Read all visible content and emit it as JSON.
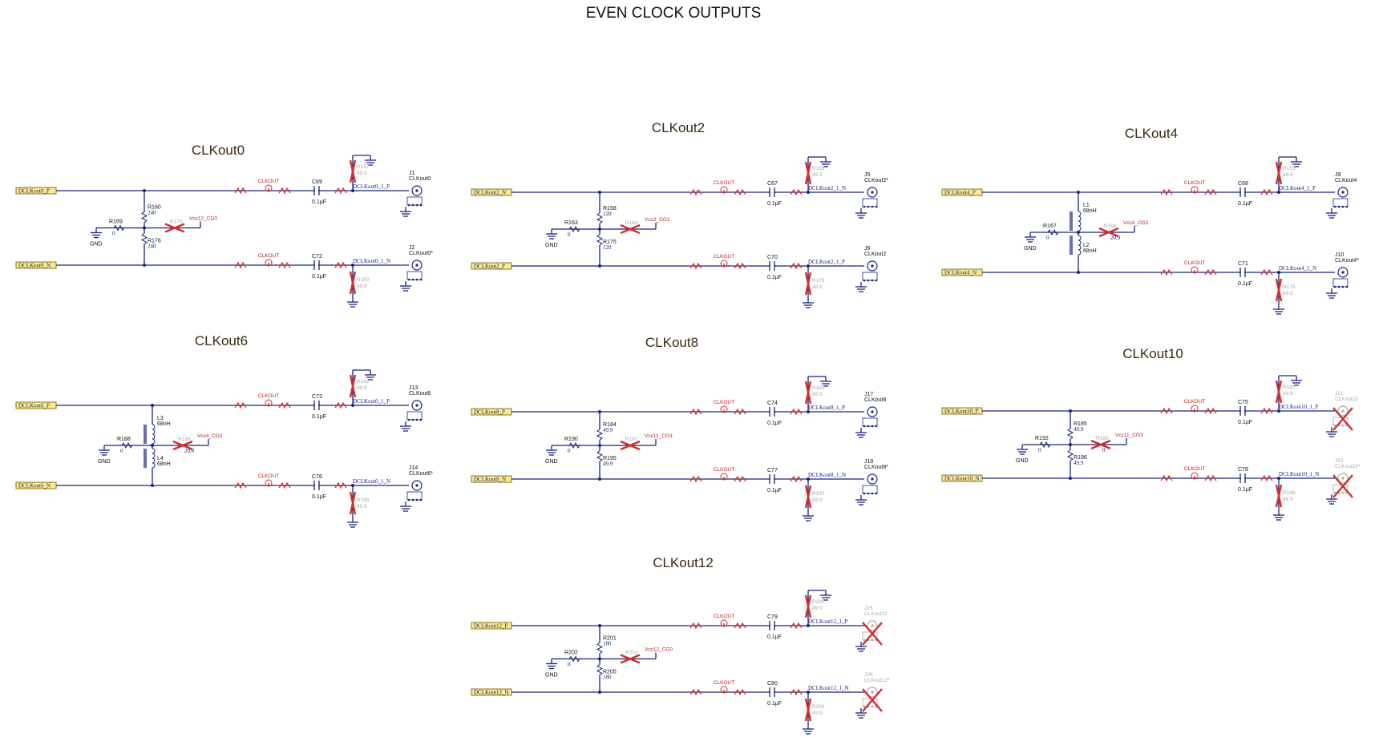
{
  "page_title": "EVEN CLOCK OUTPUTS",
  "colors": {
    "wire": "#1a237e",
    "ghost": "#a9a9a9",
    "dnp_mark": "#d32f2f",
    "port_fill": "#fbe98d",
    "title": "#3b2a12"
  },
  "common": {
    "gnd": "GND",
    "testpoint": "CLKOUT",
    "cap_value": "0.1µF"
  },
  "blocks": [
    {
      "title": "CLKout0",
      "in_p": "DCLKout0_P",
      "in_n": "DCLKout0_N",
      "wire_p": "DCLKout0_P",
      "wire_n": "DCLKout0_N",
      "out_p": "DCLKout0_1_P",
      "out_n": "DCLKout0_1_N",
      "cap_p": "C69",
      "cap_n": "C72",
      "conn_p": "J1",
      "conn_p_name": "CLKout0",
      "conn_n": "J2",
      "conn_n_name": "CLKout0*",
      "r_top": "R160",
      "r_top_v": "240",
      "r_bot": "R176",
      "r_bot_v": "240",
      "r_gnd": "R169",
      "r_gnd_v": "0",
      "r_vcc": "R170",
      "vcc": "Vcc12_CG0",
      "r_sh_p": "R157",
      "r_sh_p_v": "49.9",
      "r_sh_n": "R180",
      "r_sh_n_v": "49.9"
    },
    {
      "title": "CLKout2",
      "in_p": "DCLKout2_N",
      "in_n": "DCLKout2_P",
      "out_p": "DCLKout2_1_N",
      "out_n": "DCLKout2_1_P",
      "cap_p": "C67",
      "cap_n": "C70",
      "conn_p": "J5",
      "conn_p_name": "CLKout2*",
      "conn_n": "J6",
      "conn_n_name": "CLKout2",
      "r_top": "R158",
      "r_top_v": "120",
      "r_bot": "R175",
      "r_bot_v": "120",
      "r_gnd": "R163",
      "r_gnd_v": "0",
      "r_vcc": "R164",
      "vcc": "Vcc2_CG1",
      "r_sh_p": "R156",
      "r_sh_p_v": "49.9",
      "r_sh_n": "R178",
      "r_sh_n_v": "49.9"
    },
    {
      "title": "CLKout4",
      "in_p": "DCLKout4_P",
      "in_n": "DCLKout4_N",
      "out_p": "DCLKout4_1_P",
      "out_n": "DCLKout4_1_N",
      "cap_p": "C68",
      "cap_n": "C71",
      "conn_p": "J9",
      "conn_p_name": "CLKout4",
      "conn_n": "J10",
      "conn_n_name": "CLKout4*",
      "l_top": "L1",
      "l_top_v": "68nH",
      "l_bot": "L2",
      "l_bot_v": "68nH",
      "r_gnd": "R167",
      "r_gnd_v": "0",
      "r_vcc": "R166",
      "r_vcc_v": "20.0",
      "vcc": "Vcc4_CG2",
      "r_sh_p": "R155",
      "r_sh_p_v": "49.9",
      "r_sh_n": "R179",
      "r_sh_n_v": "49.9"
    },
    {
      "title": "CLKout6",
      "in_p": "DCLKout6_P",
      "in_n": "DCLKout6_N",
      "out_p": "DCLKout6_1_P",
      "out_n": "DCLKout6_1_N",
      "cap_p": "C73",
      "cap_n": "C76",
      "conn_p": "J13",
      "conn_p_name": "CLKout6",
      "conn_n": "J14",
      "conn_n_name": "CLKout6*",
      "l_top": "L3",
      "l_top_v": "68nH",
      "l_bot": "L4",
      "l_bot_v": "68nH",
      "r_gnd": "R188",
      "r_gnd_v": "0",
      "r_vcc": "R189",
      "r_vcc_v": "20.0",
      "vcc": "Vcc4_CG2",
      "r_sh_p": "R181",
      "r_sh_p_v": "49.9",
      "r_sh_n": "R199",
      "r_sh_n_v": "49.9"
    },
    {
      "title": "CLKout8",
      "in_p": "DCLKout8_P",
      "in_n": "DCLKout8_N",
      "out_p": "DCLKout8_1_P",
      "out_n": "DCLKout8_1_N",
      "cap_p": "C74",
      "cap_n": "C77",
      "conn_p": "J17",
      "conn_p_name": "CLKout8",
      "conn_n": "J18",
      "conn_n_name": "CLKout8*",
      "r_top": "R184",
      "r_top_v": "49.9",
      "r_bot": "R195",
      "r_bot_v": "49.9",
      "r_gnd": "R190",
      "r_gnd_v": "0",
      "r_vcc": "R191",
      "vcc": "Vcc11_CG3",
      "r_sh_p": "R182",
      "r_sh_p_v": "49.9",
      "r_sh_n": "R197",
      "r_sh_n_v": "49.9"
    },
    {
      "title": "CLKout10",
      "in_p": "DCLKout10_P",
      "in_n": "DCLKout10_N",
      "out_p": "DCLKout10_1_P",
      "out_n": "DCLKout10_1_N",
      "cap_p": "C75",
      "cap_n": "C78",
      "conn_p": "J21",
      "conn_p_name": "CLKout10",
      "conn_n": "J22",
      "conn_n_name": "CLKout10*",
      "r_top": "R185",
      "r_top_v": "49.9",
      "r_bot": "R196",
      "r_bot_v": "49.9",
      "r_gnd": "R192",
      "r_gnd_v": "0",
      "r_vcc": "R193",
      "r_vcc_v": "0",
      "vcc": "Vcc11_CG3",
      "r_sh_p": "R183",
      "r_sh_p_v": "49.9",
      "r_sh_n": "R198",
      "r_sh_n_v": "49.9"
    },
    {
      "title": "CLKout12",
      "in_p": "DCLKout12_P",
      "in_n": "DCLKout12_N",
      "out_p": "DCLKout12_1_P",
      "out_n": "DCLKout12_1_N",
      "cap_p": "C79",
      "cap_n": "C80",
      "conn_p": "J25",
      "conn_p_name": "CLKout12",
      "conn_n": "J26",
      "conn_n_name": "CLKout12*",
      "r_top": "R201",
      "r_top_v": "180",
      "r_bot": "R205",
      "r_bot_v": "180",
      "r_gnd": "R202",
      "r_gnd_v": "0",
      "r_vcc": "R203",
      "vcc": "Vcc12_CG0",
      "r_sh_p": "R200",
      "r_sh_p_v": "49.9",
      "r_sh_n": "R206",
      "r_sh_n_v": "49.9"
    }
  ]
}
